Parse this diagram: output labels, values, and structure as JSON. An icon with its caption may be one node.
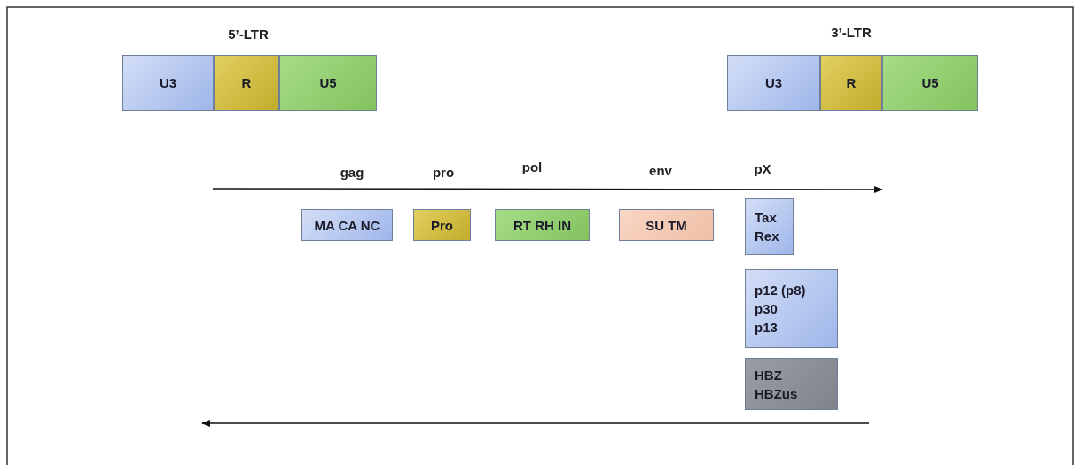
{
  "diagram": {
    "nodes": [
      {
        "text": [
          "U3"
        ]
      },
      {
        "text": [
          "R"
        ]
      },
      {
        "text": [
          "U5"
        ]
      },
      {
        "text": [
          "U3"
        ]
      },
      {
        "text": [
          "R"
        ]
      },
      {
        "text": [
          "U5"
        ]
      },
      {
        "text": [
          "MA CA NC"
        ]
      },
      {
        "text": [
          "Pro"
        ]
      },
      {
        "text": [
          "RT RH IN"
        ]
      },
      {
        "text": [
          "SU TM"
        ]
      },
      {
        "text": [
          "Tax",
          "Rex"
        ]
      },
      {
        "text": [
          "p12 (p8)",
          "p30",
          "p13"
        ]
      },
      {
        "text": [
          "HBZ",
          "HBZus"
        ]
      }
    ],
    "labels": [
      "5’-LTR",
      "3’-LTR",
      "gag",
      "pro",
      "pol",
      "env",
      "pX"
    ]
  }
}
